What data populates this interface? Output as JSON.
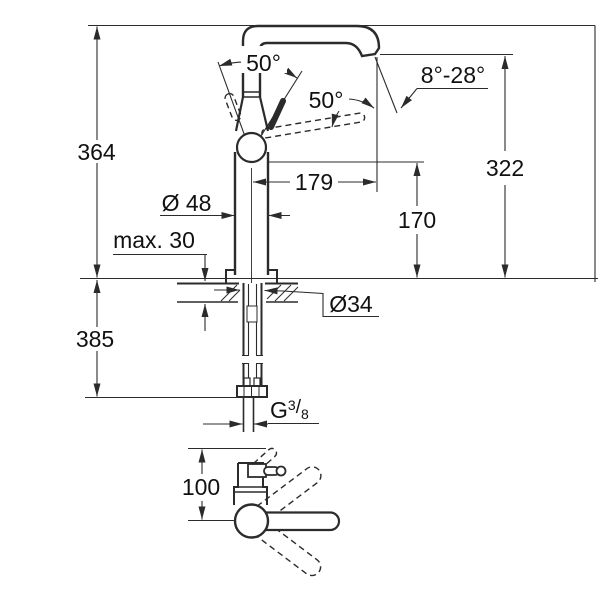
{
  "drawing": {
    "type": "faucet-dimensional-drawing",
    "colors": {
      "line": "#2b2b2b",
      "text": "#111111",
      "background": "#ffffff"
    },
    "annotations": {
      "overall_height": "364",
      "outlet_height_total": "322",
      "below_deck_length": "385",
      "spout_reach": "179",
      "outlet_height": "170",
      "body_diameter": "Ø 48",
      "deck_thickness_max": "max. 30",
      "hole_diameter": "Ø34",
      "lever_swing_angle": "50°",
      "spout_swing_angle": "50°",
      "outlet_angle_range": "8°-28°",
      "top_view_offset": "100",
      "thread": {
        "prefix": "G",
        "numerator": "3",
        "slash": "/",
        "denominator": "8"
      }
    }
  }
}
